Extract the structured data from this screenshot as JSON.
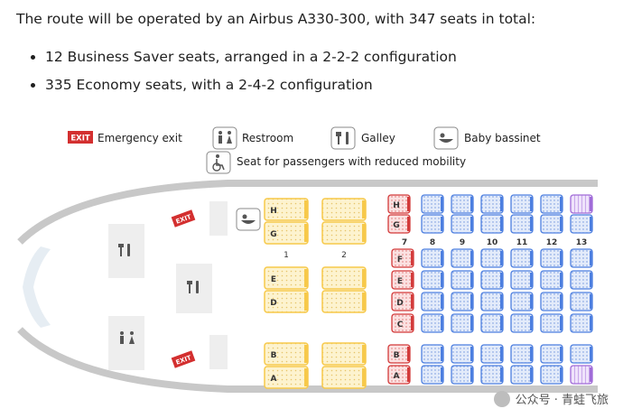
{
  "intro": "The route will be operated by an Airbus A330-300, with 347 seats in total:",
  "bullets": [
    "12 Business Saver seats, arranged in a 2-2-2 configuration",
    "335 Economy seats, with a 2-4-2 configuration"
  ],
  "legend": {
    "exit_badge": "EXIT",
    "emergency_exit": "Emergency exit",
    "restroom": "Restroom",
    "galley": "Galley",
    "baby_bassinet": "Baby bassinet",
    "reduced_mobility": "Seat for passengers with reduced mobility"
  },
  "exit_marker": "EXIT",
  "business": {
    "row_labels": [
      "1",
      "2"
    ],
    "seat_letters": [
      "H",
      "G",
      "E",
      "D",
      "B",
      "A"
    ]
  },
  "economy": {
    "first_row_label": "7",
    "row_labels": [
      "8",
      "9",
      "10",
      "11",
      "12",
      "13"
    ],
    "seat_letters": [
      "H",
      "G",
      "F",
      "E",
      "D",
      "C",
      "B",
      "A"
    ]
  },
  "colors": {
    "business_seat": "#f7c94a",
    "economy_seat": "#4d7fe0",
    "first_row_seat": "#d33b3b",
    "bassinet_seat": "#a06bd8",
    "exit_red": "#d32f2f",
    "fuselage": "#c8c8c8"
  },
  "watermark": "公众号 · 青蛙飞旅"
}
